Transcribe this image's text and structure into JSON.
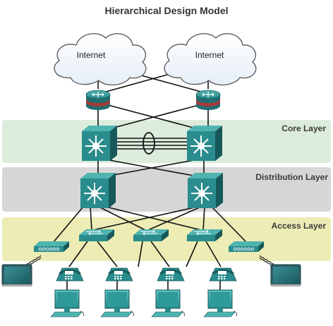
{
  "title": "Hierarchical Design Model",
  "clouds": [
    {
      "label": "Internet"
    },
    {
      "label": "Internet"
    }
  ],
  "layers": {
    "core": {
      "label": "Core Layer",
      "color": "#dcecdc"
    },
    "distribution": {
      "label": "Distribution Layer",
      "color": "#d6d6d6"
    },
    "access": {
      "label": "Access Layer",
      "color": "#ececb4"
    }
  },
  "colors": {
    "device_teal": "#2a8c8c",
    "device_dark": "#17595b",
    "device_light": "#4fb3b0",
    "router_red": "#a33a3a",
    "link": "#111111"
  }
}
